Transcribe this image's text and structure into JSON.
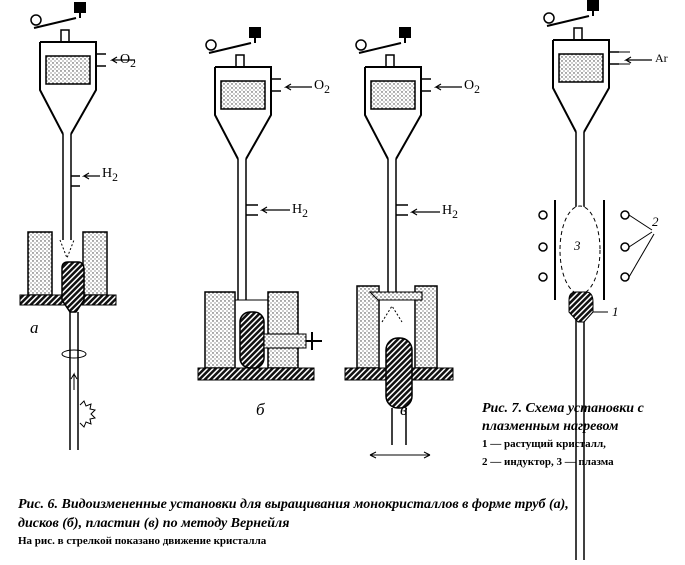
{
  "figure6": {
    "caption_line1": "Рис. 6. Видоизмененные установки для выращивания монокристаллов в форме труб (а),",
    "caption_line2": "дисков (б), пластин (в) по методу Вернейля",
    "note": "На рис. в стрелкой показано движение кристалла",
    "label_a": "а",
    "label_b": "б",
    "label_v": "в",
    "gas_o2_a": "O",
    "gas_o2_b": "O",
    "gas_o2_v": "O",
    "gas_h2_a": "H",
    "gas_h2_b": "H",
    "gas_h2_v": "H",
    "sub2": "2"
  },
  "figure7": {
    "caption_line1": "Рис. 7. Схема установки с",
    "caption_line2": "плазменным нагревом",
    "legend_line1": "1 — растущий кристалл,",
    "legend_line2": "2 — индуктор, 3 — плазма",
    "gas_ar": "Ar",
    "marker_1": "1",
    "marker_2": "2",
    "marker_3": "3"
  }
}
